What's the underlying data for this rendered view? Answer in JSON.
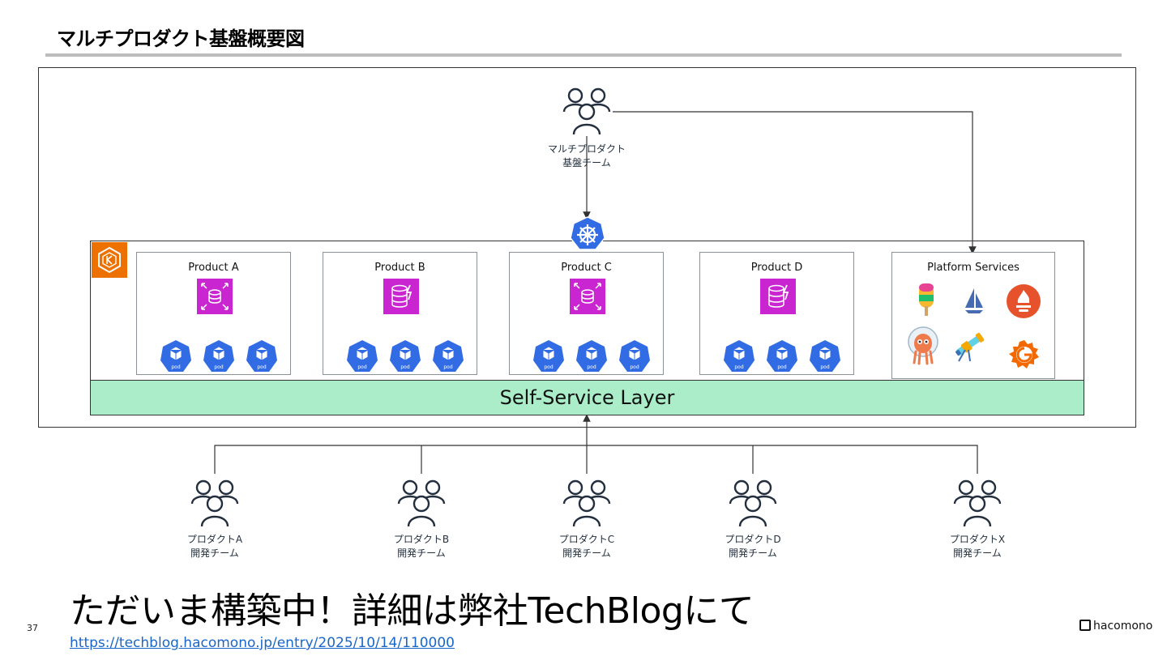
{
  "slide": {
    "title": "マルチプロダクト基盤概要図",
    "page_number": "37",
    "brand": "hacomono"
  },
  "diagram": {
    "platform_team": {
      "line1": "マルチプロダクト",
      "line2": "基盤チーム"
    },
    "products": [
      {
        "label": "Product A",
        "db_icon": "aurora-icon"
      },
      {
        "label": "Product B",
        "db_icon": "dynamodb-icon"
      },
      {
        "label": "Product C",
        "db_icon": "aurora-icon"
      },
      {
        "label": "Product D",
        "db_icon": "dynamodb-icon"
      }
    ],
    "pod_label": "pod",
    "platform_services": {
      "label": "Platform Services",
      "icons": [
        "popsicle-icon",
        "istio-sail-icon",
        "prometheus-icon",
        "argo-octopus-icon",
        "telescope-icon",
        "grafana-icon"
      ]
    },
    "self_service_layer": "Self-Service Layer",
    "dev_teams": [
      {
        "line1": "プロダクトA",
        "line2": "開発チーム"
      },
      {
        "line1": "プロダクトB",
        "line2": "開発チーム"
      },
      {
        "line1": "プロダクトC",
        "line2": "開発チーム"
      },
      {
        "line1": "プロダクトD",
        "line2": "開発チーム"
      },
      {
        "line1": "プロダクトX",
        "line2": "開発チーム"
      }
    ]
  },
  "footer": {
    "message": "ただいま構築中！詳細は弊社TechBlogにて",
    "link": "https://techblog.hacomono.jp/entry/2025/10/14/110000"
  },
  "colors": {
    "eks": "#ed7100",
    "db": "#c925d1",
    "pod": "#326ce5",
    "layer": "#abedc8"
  }
}
